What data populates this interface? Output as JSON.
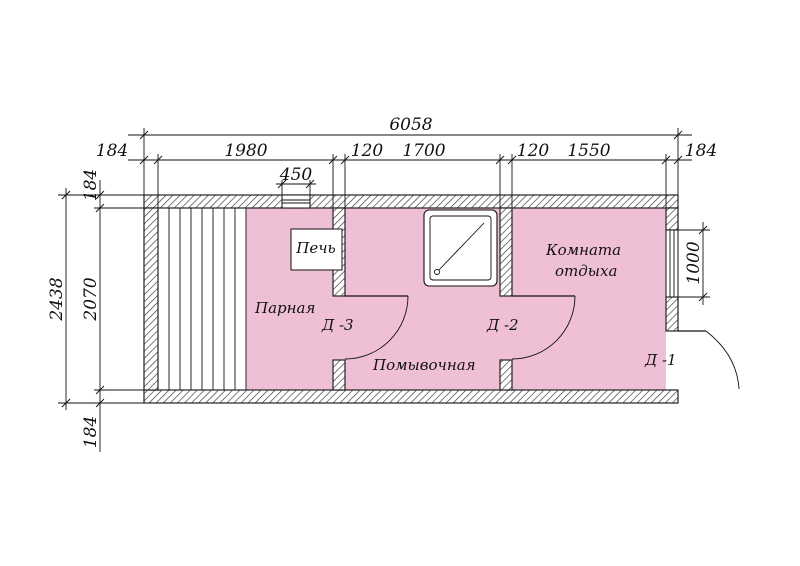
{
  "dimensions": {
    "overall_width": "6058",
    "left_wall": "184",
    "room_parnaya": "1980",
    "partition_1": "120",
    "room_pomyvochnaya": "1700",
    "partition_2": "120",
    "room_komnata": "1550",
    "right_wall": "184",
    "window": "450",
    "top_wall": "184",
    "overall_height": "2438",
    "inner_height": "2070",
    "bottom_wall": "184",
    "entrance_door": "1000"
  },
  "rooms": {
    "parnaya": "Парная",
    "pomyvochnaya": "Помывочная",
    "komnata_line1": "Комната",
    "komnata_line2": "отдыха",
    "stove": "Печь"
  },
  "doors": {
    "d1": "Д -1",
    "d2": "Д -2",
    "d3": "Д -3"
  },
  "colors": {
    "room_fill": "#efc0d5",
    "wall_hatch": "#333333"
  }
}
